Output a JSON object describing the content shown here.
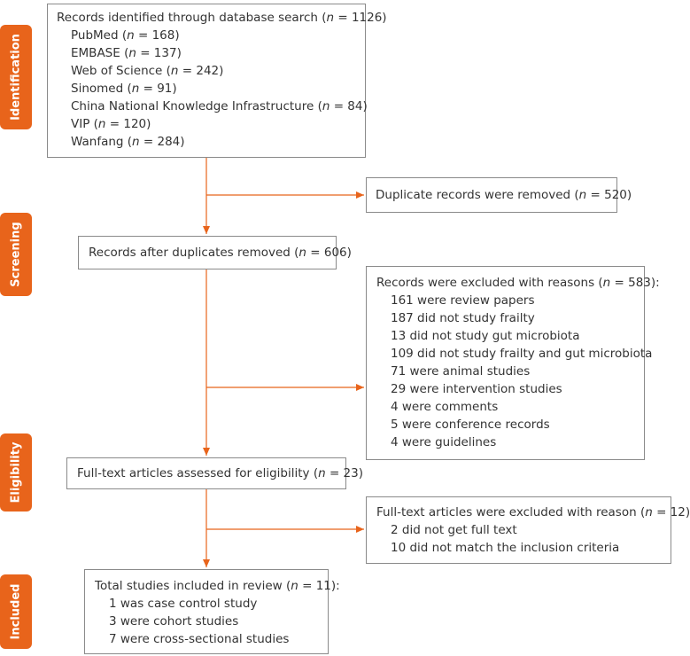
{
  "accent_color": "#e8641b",
  "phases": {
    "identification": "Identification",
    "screening": "Screening",
    "eligibility": "Eligibility",
    "included": "Included"
  },
  "identified": {
    "title_pre": "Records identified through database search (",
    "n_label": "n",
    "title_post": " = 1126)",
    "sources": [
      {
        "name": "PubMed (",
        "post": " = 168)"
      },
      {
        "name": "EMBASE (",
        "post": " = 137)"
      },
      {
        "name": "Web of Science (",
        "post": " = 242)"
      },
      {
        "name": "Sinomed (",
        "post": " = 91)"
      },
      {
        "name": "China National Knowledge Infrastructure (",
        "post": " = 84)"
      },
      {
        "name": "VIP (",
        "post": " = 120)"
      },
      {
        "name": "Wanfang (",
        "post": " = 284)"
      }
    ]
  },
  "duplicates": {
    "pre": "Duplicate records were removed (",
    "post": " = 520)"
  },
  "after_duplicates": {
    "pre": "Records after duplicates removed (",
    "post": " = 606)"
  },
  "excluded": {
    "pre": "Records were excluded with reasons (",
    "post": " = 583):",
    "reasons": [
      "161 were review papers",
      "187 did not study frailty",
      "13 did not study gut microbiota",
      "109 did not study frailty and gut microbiota",
      "71 were animal studies",
      "29 were intervention studies",
      "4 were comments",
      "5 were conference records",
      "4 were guidelines"
    ]
  },
  "fulltext": {
    "pre": "Full-text articles assessed for eligibility (",
    "post": " = 23)"
  },
  "fulltext_excluded": {
    "pre": "Full-text articles were excluded with reason (",
    "post": " = 12)",
    "reasons": [
      "2 did not get full text",
      "10 did not match the inclusion criteria"
    ]
  },
  "included": {
    "pre": "Total studies included in review (",
    "post": " = 11):",
    "items": [
      "1 was case control study",
      "3 were cohort studies",
      "7 were cross-sectional studies"
    ]
  }
}
